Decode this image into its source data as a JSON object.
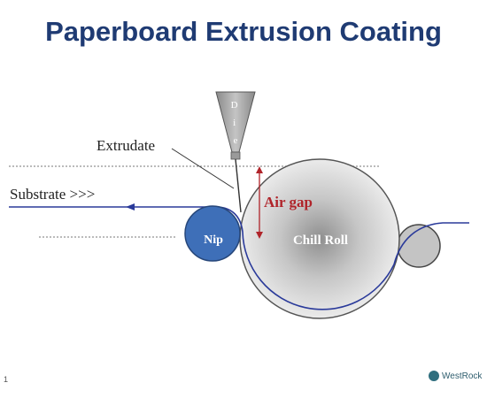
{
  "title": "Paperboard Extrusion Coating",
  "labels": {
    "die": "D\ni\ne",
    "extrudate": "Extrudate",
    "substrate": "Substrate >>>",
    "air_gap": "Air gap",
    "nip": "Nip",
    "chill_roll": "Chill Roll"
  },
  "footer": {
    "page_number": "1",
    "logo_text": "WestRock"
  },
  "colors": {
    "title": "#1f3b73",
    "nip_roll": "#3e6fb8",
    "chill_roll": "#d9d9d9",
    "substrate_line": "#2a3a9a",
    "air_gap": "#b0242a"
  }
}
